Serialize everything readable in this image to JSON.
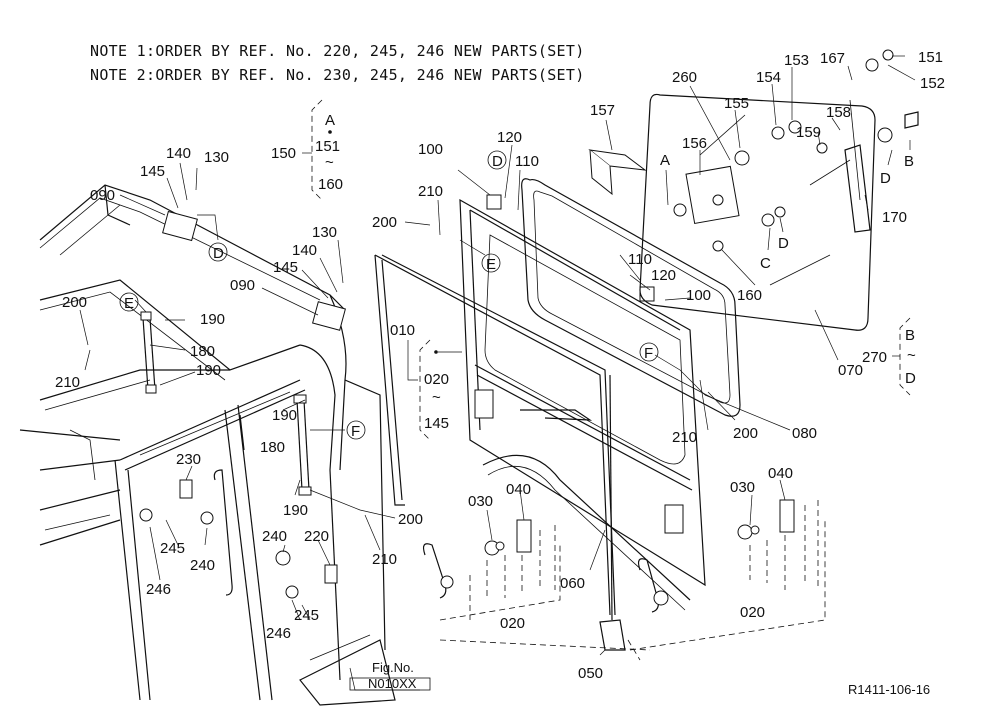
{
  "notes": [
    "NOTE 1:ORDER BY REF. No. 220, 245, 246 NEW PARTS(SET)",
    "NOTE 2:ORDER BY REF. No. 230, 245, 246 NEW PARTS(SET)"
  ],
  "labels": {
    "p151_top": "151",
    "p152": "152",
    "p167": "167",
    "p153": "153",
    "p154": "154",
    "p260": "260",
    "p155": "155",
    "p157": "157",
    "p158": "158",
    "p159": "159",
    "p156": "156",
    "A_lock": "A",
    "B_bolt": "B",
    "D_a": "D",
    "D_b": "D",
    "C": "C",
    "p170": "170",
    "p160_right": "160",
    "p070": "070",
    "p100_top": "100",
    "p120_top": "120",
    "D_frame": "D",
    "p110_top": "110",
    "p210_top": "210",
    "p200_top": "200",
    "E_frame": "E",
    "p110_right": "110",
    "p120_right": "120",
    "p100_right": "100",
    "p130_a": "130",
    "p140_a": "140",
    "p145_a": "145",
    "p090_a": "090",
    "D_left": "D",
    "p130_b": "130",
    "p140_b": "140",
    "p145_b": "145",
    "p090_b": "090",
    "p200_left": "200",
    "E_left": "E",
    "p190_a": "190",
    "p180_a": "180",
    "p210_left": "210",
    "p190_b": "190",
    "F_mid": "F",
    "p190_c": "190",
    "p180_b": "180",
    "p190_d": "190",
    "p200_mid": "200",
    "p210_mid": "210",
    "F_right": "F",
    "p210_right": "210",
    "p200_right": "200",
    "p080": "080",
    "p230": "230",
    "p245_a": "245",
    "p240_a": "240",
    "p246_a": "246",
    "p240_b": "240",
    "p220": "220",
    "p245_b": "245",
    "p246_b": "246",
    "p030_a": "030",
    "p040_a": "040",
    "p020_a": "020",
    "p030_b": "030",
    "p040_b": "040",
    "p020_b": "020",
    "p060": "060",
    "p050": "050"
  },
  "bracket_150": {
    "num": "150",
    "top": "A",
    "mid": "151",
    "tilde": "~",
    "bottom": "160"
  },
  "bracket_010": {
    "num": "010",
    "top": "020",
    "tilde": "~",
    "bottom": "145"
  },
  "bracket_270": {
    "num": "270",
    "top": "B",
    "tilde": "~",
    "bottom": "D"
  },
  "fig": {
    "label": "Fig.No.",
    "code": "N010XX"
  },
  "catalog_code": "R1411-106-16"
}
